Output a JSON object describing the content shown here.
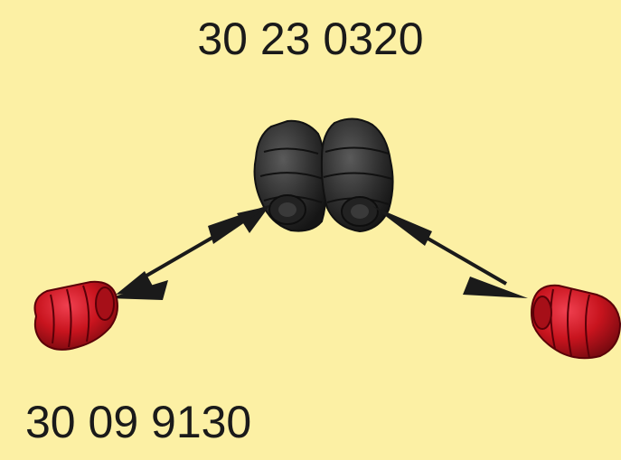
{
  "labels": {
    "top_part_number": "30 23 0320",
    "bottom_part_number": "30 09 9130"
  },
  "colors": {
    "background": "#fcf0a4",
    "center_part": "#2e2e2e",
    "end_parts": "#c8141e",
    "arrows": "#1a1a1a"
  },
  "icons": {
    "center_part": "dark-rubber-bellows-pair",
    "left_end": "red-caps-left",
    "right_end": "red-caps-right"
  }
}
